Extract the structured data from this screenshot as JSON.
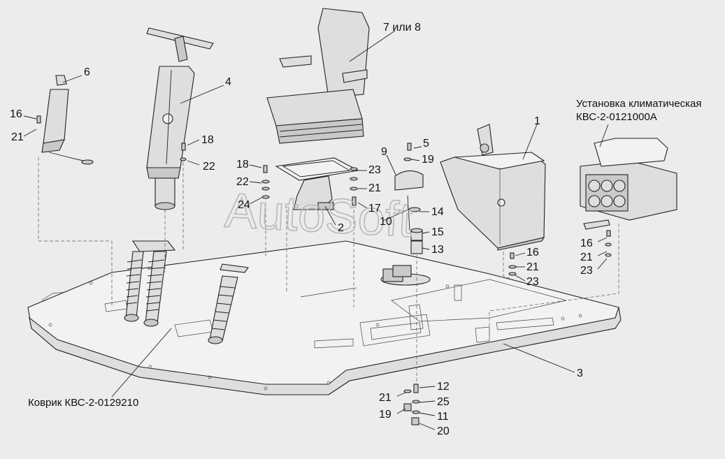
{
  "labels": {
    "l1": "1",
    "l2": "2",
    "l3": "3",
    "l4": "4",
    "l5": "5",
    "l6": "6",
    "l7": "7 или 8",
    "l9": "9",
    "l10": "10",
    "l11": "11",
    "l12": "12",
    "l13": "13",
    "l14": "14",
    "l15": "15",
    "l16a": "16",
    "l16b": "16",
    "l16c": "16",
    "l17": "17",
    "l18a": "18",
    "l18b": "18",
    "l19a": "19",
    "l19b": "19",
    "l20": "20",
    "l21a": "21",
    "l21b": "21",
    "l21c": "21",
    "l21d": "21",
    "l21e": "21",
    "l22a": "22",
    "l22b": "22",
    "l23a": "23",
    "l23b": "23",
    "l23c": "23",
    "l24": "24",
    "l25": "25"
  },
  "notes": {
    "climate_line1": "Установка климатическая",
    "climate_line2": "КВС-2-0121000А",
    "mat": "Коврик КВС-2-0129210"
  },
  "watermark": "AutoSoft"
}
